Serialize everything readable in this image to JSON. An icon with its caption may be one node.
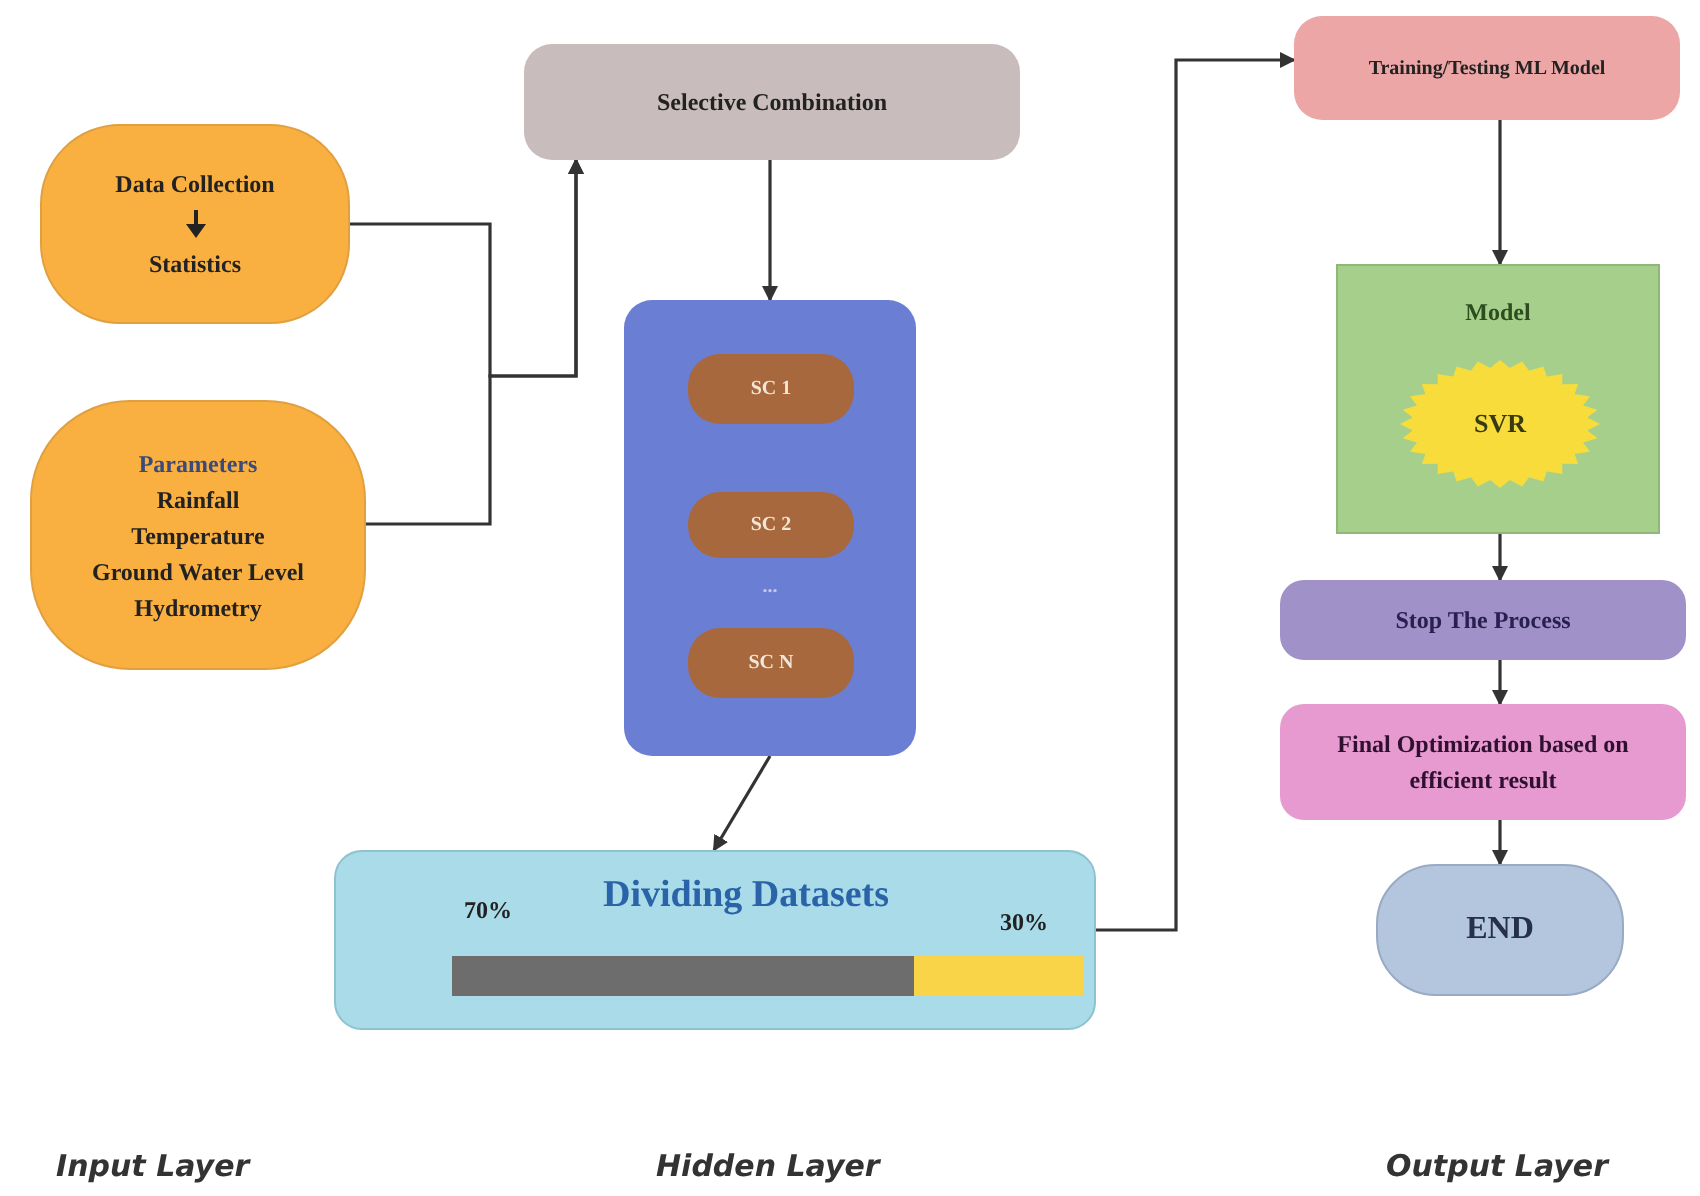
{
  "diagram": {
    "nodes": [
      {
        "text": [
          "Data Collection",
          "Statistics"
        ]
      },
      {
        "text": [
          "Parameters",
          "Rainfall",
          "Temperature",
          "Ground Water Level",
          "Hydrometry"
        ]
      },
      {
        "text": [
          "Selective Combination"
        ]
      },
      {
        "text": [],
        "shape": "box"
      },
      {
        "text": [
          "SC 1"
        ],
        "in": 3
      },
      {
        "text": [
          "SC 2"
        ],
        "in": 3
      },
      {
        "text": [
          "SC N"
        ],
        "in": 3
      },
      {
        "text": [
          "70%",
          "Dividing Datasets",
          "30%"
        ]
      },
      {
        "text": [
          "Training/Testing ML Model"
        ]
      },
      {
        "text": [
          "Model"
        ]
      },
      {
        "text": [
          "SVR"
        ],
        "in": 9
      },
      {
        "text": [
          "Stop The Process"
        ]
      },
      {
        "text": [
          "Final Optimization based on efficient result"
        ]
      },
      {
        "text": [
          "END"
        ]
      }
    ],
    "edges": [
      {
        "from": 0,
        "to": 2,
        "arrow": "to"
      },
      {
        "from": 1,
        "to": 2,
        "arrow": "to"
      },
      {
        "from": 2,
        "to": 3,
        "arrow": "to"
      },
      {
        "from": 3,
        "to": 7,
        "arrow": "to"
      },
      {
        "from": 7,
        "to": 8,
        "arrow": "to"
      },
      {
        "from": 8,
        "to": 9,
        "arrow": "to"
      },
      {
        "from": 9,
        "to": 11,
        "arrow": "to"
      },
      {
        "from": 11,
        "to": 12,
        "arrow": "to"
      },
      {
        "from": 12,
        "to": 13,
        "arrow": "to"
      }
    ],
    "labels": [
      "...",
      "Input Layer",
      "Hidden Layer",
      "Output Layer"
    ]
  }
}
